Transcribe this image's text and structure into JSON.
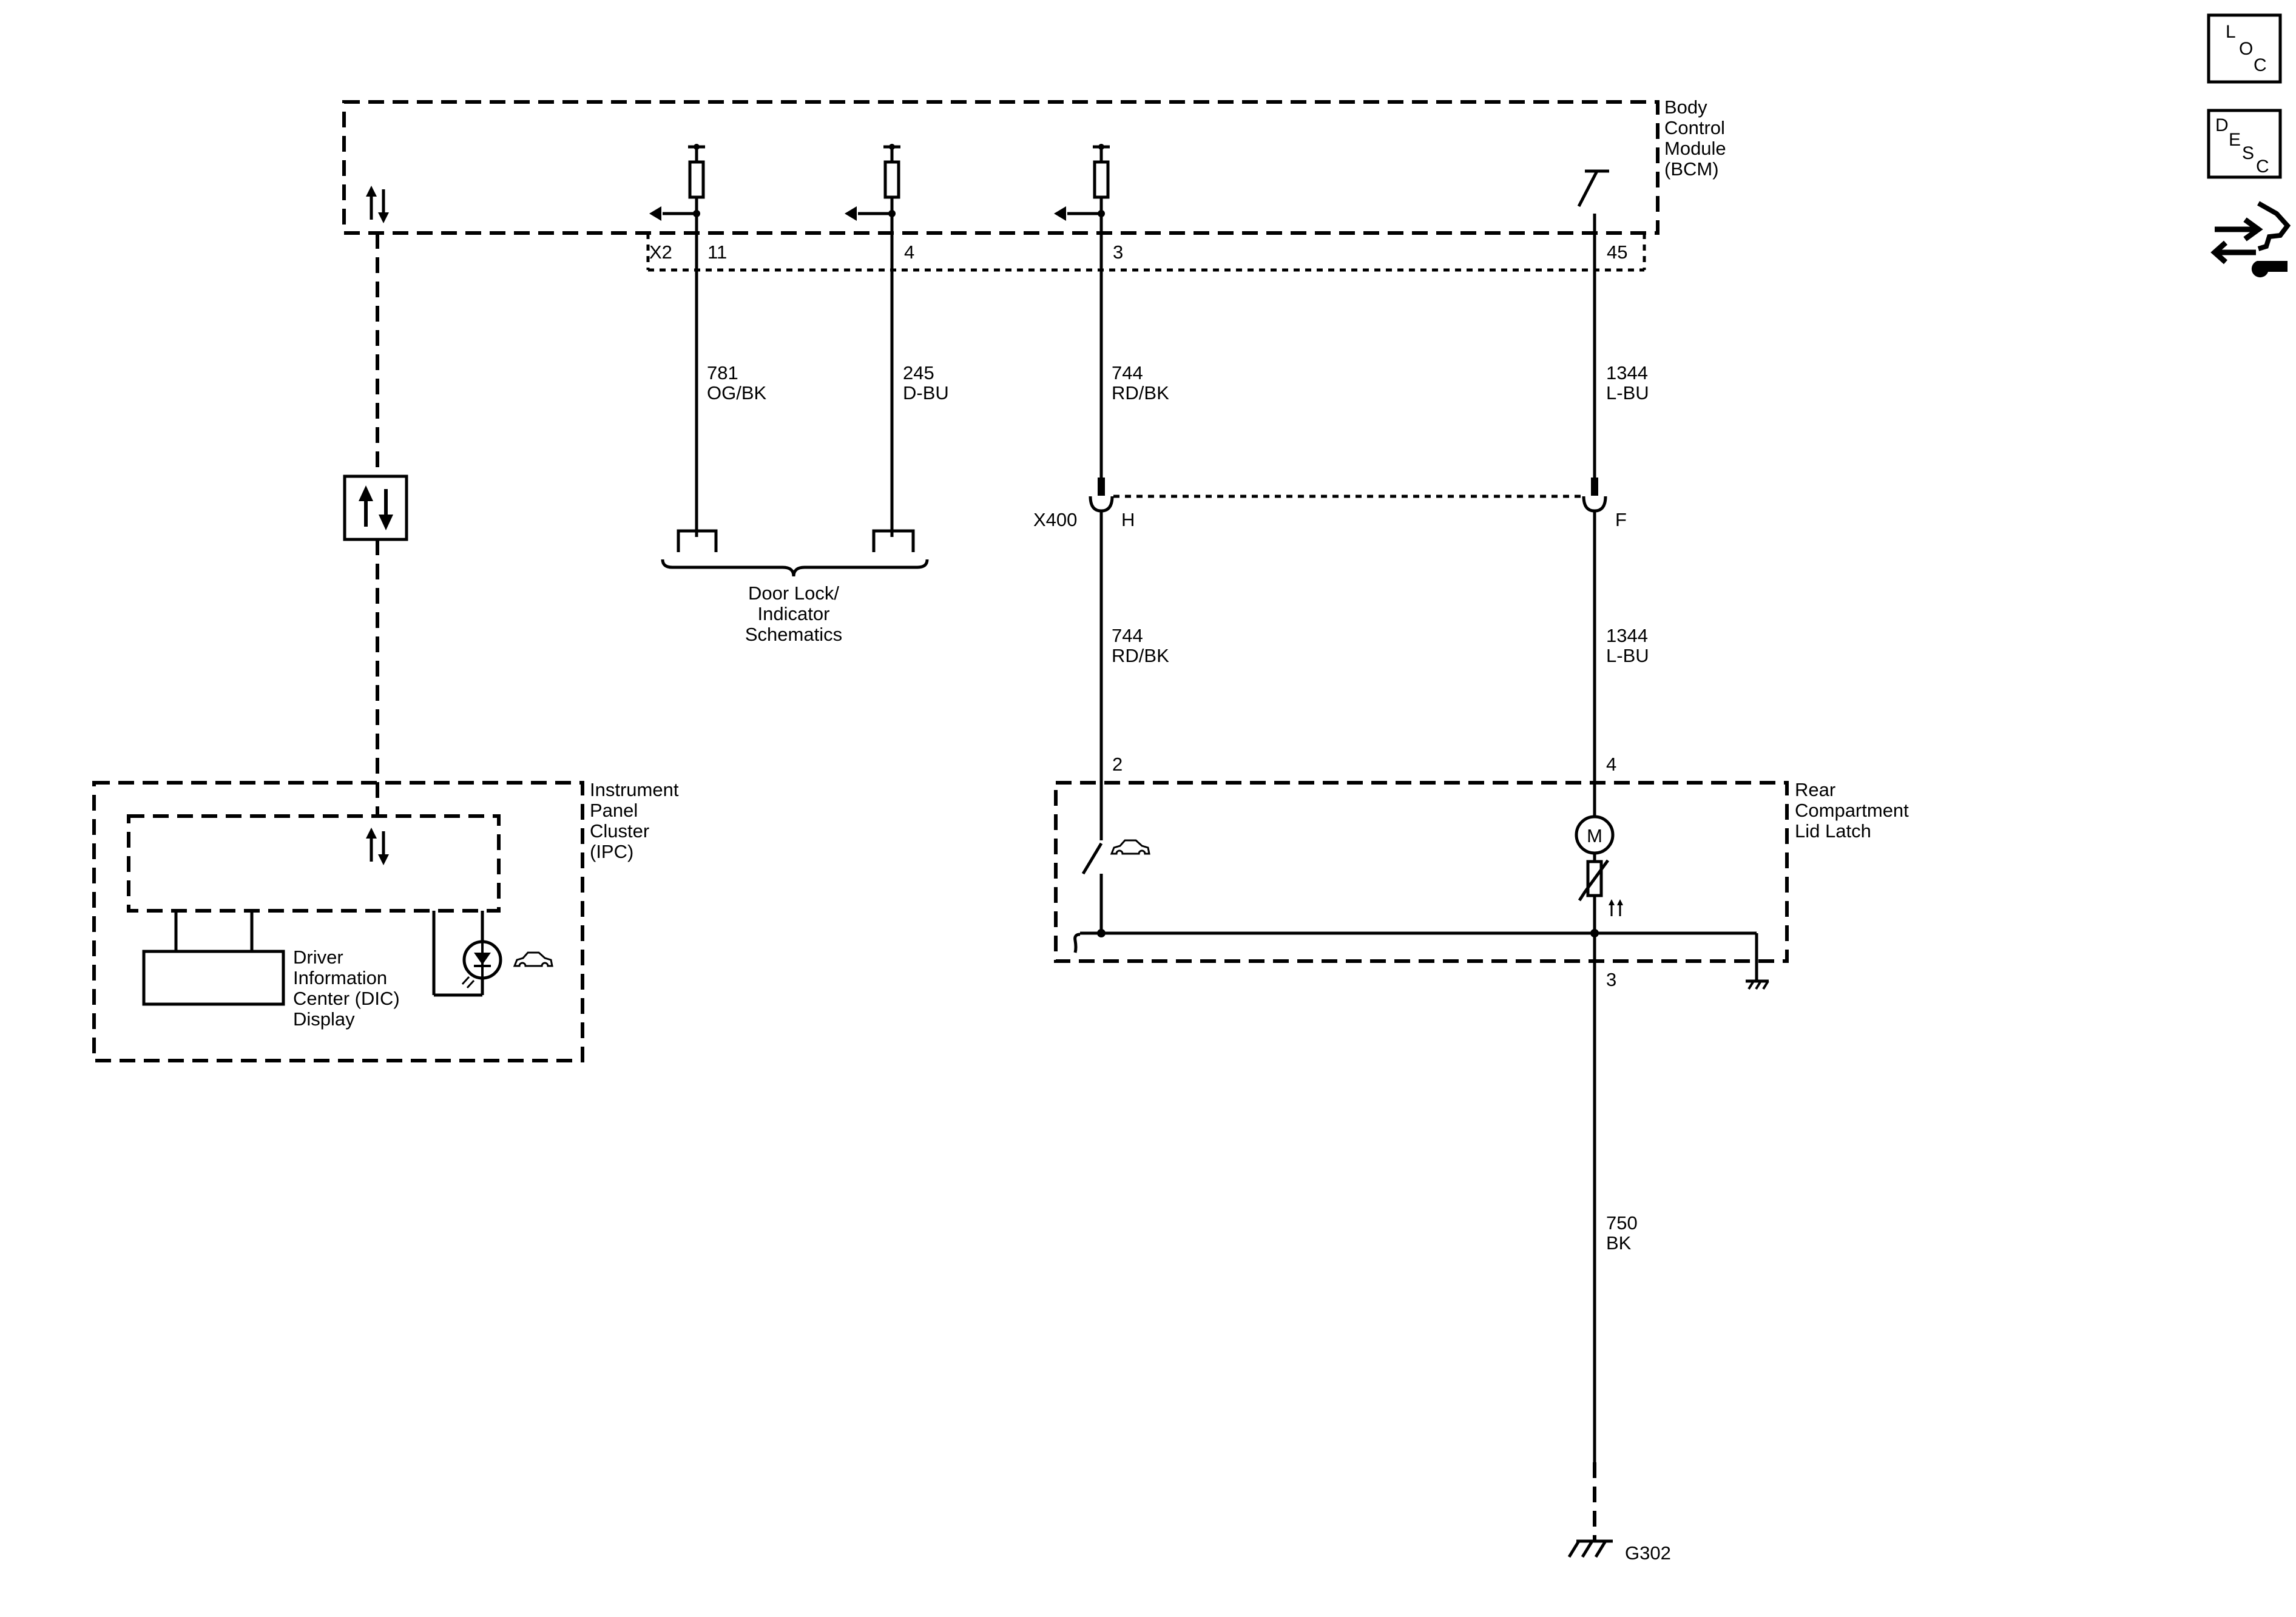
{
  "icons": {
    "loc": [
      "L",
      "O",
      "C"
    ],
    "desc": [
      "D",
      "E",
      "S",
      "C"
    ]
  },
  "bcm": {
    "title": [
      "Body",
      "Control",
      "Module",
      "(BCM)"
    ],
    "connector": "X2"
  },
  "bcm_pins": [
    "11",
    "4",
    "3",
    "45"
  ],
  "bcm_wires": [
    {
      "circuit": "781",
      "color": "OG/BK"
    },
    {
      "circuit": "245",
      "color": "D-BU"
    },
    {
      "circuit": "744",
      "color": "RD/BK"
    },
    {
      "circuit": "1344",
      "color": "L-BU"
    }
  ],
  "door_lock_ref": [
    "Door Lock/",
    "Indicator",
    "Schematics"
  ],
  "inline_connector": {
    "name": "X400",
    "pins": [
      "H",
      "F"
    ]
  },
  "lower_wires": [
    {
      "circuit": "744",
      "color": "RD/BK"
    },
    {
      "circuit": "1344",
      "color": "L-BU"
    }
  ],
  "latch": {
    "title": [
      "Rear",
      "Compartment",
      "Lid Latch"
    ],
    "pins": [
      "2",
      "4",
      "3"
    ],
    "motor_symbol": "M"
  },
  "ground_wire": {
    "circuit": "750",
    "color": "BK",
    "ground": "G302"
  },
  "ipc": {
    "title": [
      "Instrument",
      "Panel",
      "Cluster",
      "(IPC)"
    ]
  },
  "dic": {
    "label": [
      "Driver",
      "Information",
      "Center (DIC)",
      "Display"
    ]
  }
}
